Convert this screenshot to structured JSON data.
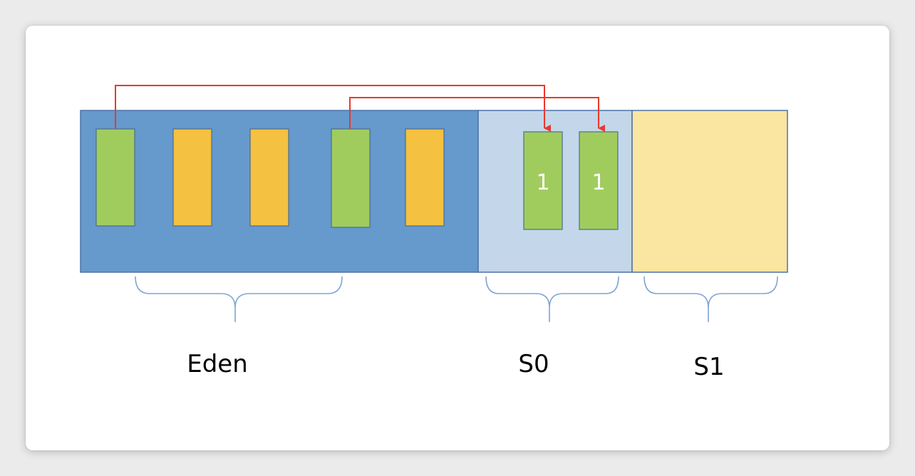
{
  "colors": {
    "eden_fill": "#6699cc",
    "s0_fill": "#c3d6ea",
    "s1_fill": "#fae5a1",
    "region_border": "#4a73a8",
    "live_object": "#a0cc5e",
    "dead_object": "#f4c140",
    "arrow": "#e8392c",
    "brace": "#7fa5d6"
  },
  "eden": {
    "label": "Eden",
    "objects": [
      {
        "status": "live"
      },
      {
        "status": "dead"
      },
      {
        "status": "dead"
      },
      {
        "status": "live"
      },
      {
        "status": "dead"
      }
    ]
  },
  "s0": {
    "label": "S0",
    "objects": [
      {
        "status": "live",
        "age": "1"
      },
      {
        "status": "live",
        "age": "1"
      }
    ]
  },
  "s1": {
    "label": "S1"
  }
}
